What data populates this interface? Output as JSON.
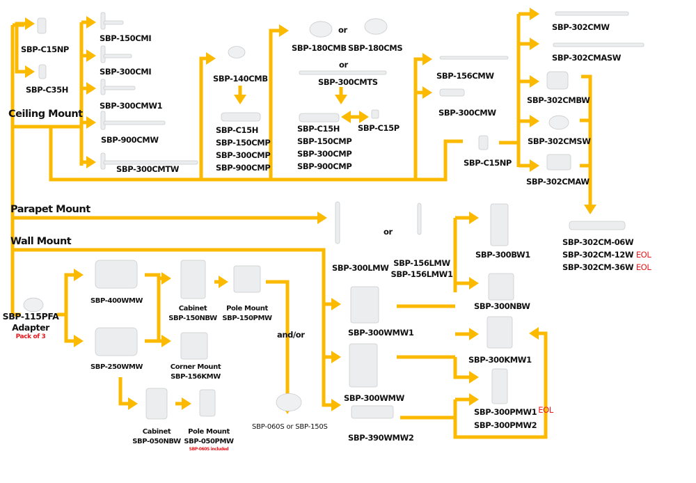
{
  "colors": {
    "connector": "#FBBA00",
    "eol": "#E8181C",
    "text": "#111111",
    "product": "#E9EAEC"
  },
  "sections": {
    "ceiling": "Ceiling Mount",
    "parapet": "Parapet Mount",
    "wall": "Wall Mount"
  },
  "ceiling": {
    "adapters": [
      "SBP-C15NP",
      "SBP-C35H"
    ],
    "pipes": [
      "SBP-150CMI",
      "SBP-300CMI",
      "SBP-300CMW1",
      "SBP-900CMW",
      "SBP-300CMTW"
    ],
    "branch2": {
      "top": "SBP-140CMB",
      "pipes": [
        "SBP-C15H",
        "SBP-150CMP",
        "SBP-300CMP",
        "SBP-900CMP"
      ]
    },
    "branch3": {
      "option_a": "SBP-180CMB",
      "or1": "or",
      "option_b": "SBP-180CMS",
      "or2": "or",
      "option_c": "SBP-300CMTS",
      "pipes": [
        "SBP-C15H",
        "SBP-150CMP",
        "SBP-300CMP",
        "SBP-900CMP"
      ],
      "side": "SBP-C15P"
    },
    "branch4": {
      "items": [
        "SBP-156CMW",
        "SBP-300CMW"
      ],
      "adapter": "SBP-C15NP",
      "outdoor": [
        "SBP-302CMW",
        "SBP-302CMASW",
        "SBP-302CMBW",
        "SBP-302CMSW",
        "SBP-302CMAW"
      ],
      "extensions": [
        {
          "name": "SBP-302CM-06W",
          "tag": ""
        },
        {
          "name": "SBP-302CM-12W",
          "tag": "EOL"
        },
        {
          "name": "SBP-302CM-36W",
          "tag": "EOL"
        }
      ]
    }
  },
  "parapet": {
    "option_a": "SBP-300LMW",
    "or": "or",
    "option_b": [
      "SBP-156LMW",
      "SBP-156LMW1"
    ]
  },
  "wall": {
    "adapter": {
      "name": "SBP-115PFA",
      "sub": "Adapter",
      "note": "Pack of 3"
    },
    "brackets": [
      "SBP-400WMW",
      "SBP-250WMW"
    ],
    "cabinet1": {
      "title": "Cabinet",
      "name": "SBP-150NBW"
    },
    "pole1": {
      "title": "Pole Mount",
      "name": "SBP-150PMW"
    },
    "corner": {
      "title": "Corner Mount",
      "name": "SBP-156KMW"
    },
    "andor": "and/or",
    "straps": "SBP-060S or SBP-150S",
    "cabinet2": {
      "title": "Cabinet",
      "name": "SBP-050NBW"
    },
    "pole2": {
      "title": "Pole Mount",
      "name": "SBP-050PMW",
      "note": "SBP-060S included"
    },
    "ptz_brackets": [
      "SBP-300WMW1",
      "SBP-300WMW",
      "SBP-390WMW2"
    ],
    "accessories": [
      {
        "name": "SBP-300BW1",
        "tag": ""
      },
      {
        "name": "SBP-300NBW",
        "tag": ""
      },
      {
        "name": "SBP-300KMW1",
        "tag": ""
      },
      {
        "name": "SBP-300PMW1",
        "tag": "EOL"
      },
      {
        "name": "SBP-300PMW2",
        "tag": ""
      }
    ]
  }
}
